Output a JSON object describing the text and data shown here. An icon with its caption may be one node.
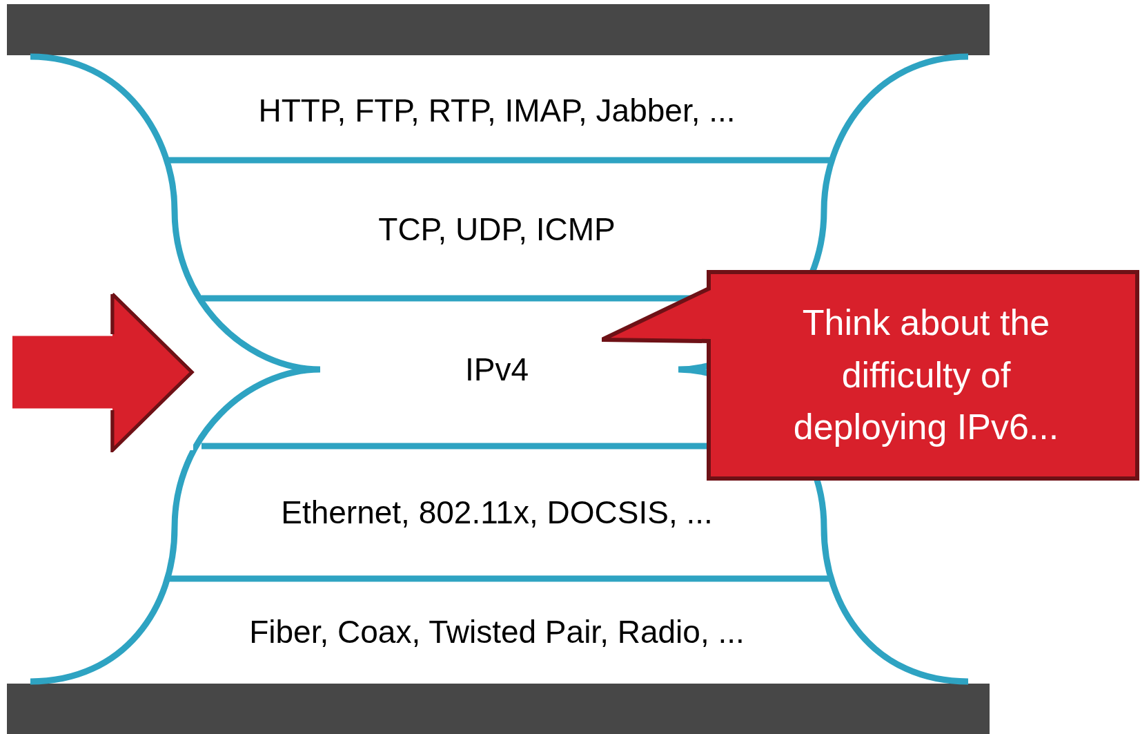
{
  "diagram": {
    "nodes": [
      {
        "text": [
          "HTTP, FTP, RTP, IMAP, Jabber, ..."
        ]
      },
      {
        "text": [
          "TCP, UDP, ICMP"
        ]
      },
      {
        "text": [
          "IPv4"
        ]
      },
      {
        "text": [
          "Ethernet, 802.11x, DOCSIS, ..."
        ]
      },
      {
        "text": [
          "Fiber, Coax, Twisted Pair, Radio, ..."
        ]
      },
      {
        "text": [
          "Think about the difficulty of deploying IPv6..."
        ]
      }
    ],
    "edges": [
      {
        "from": null,
        "to": 2,
        "arrow": "to"
      }
    ]
  }
}
